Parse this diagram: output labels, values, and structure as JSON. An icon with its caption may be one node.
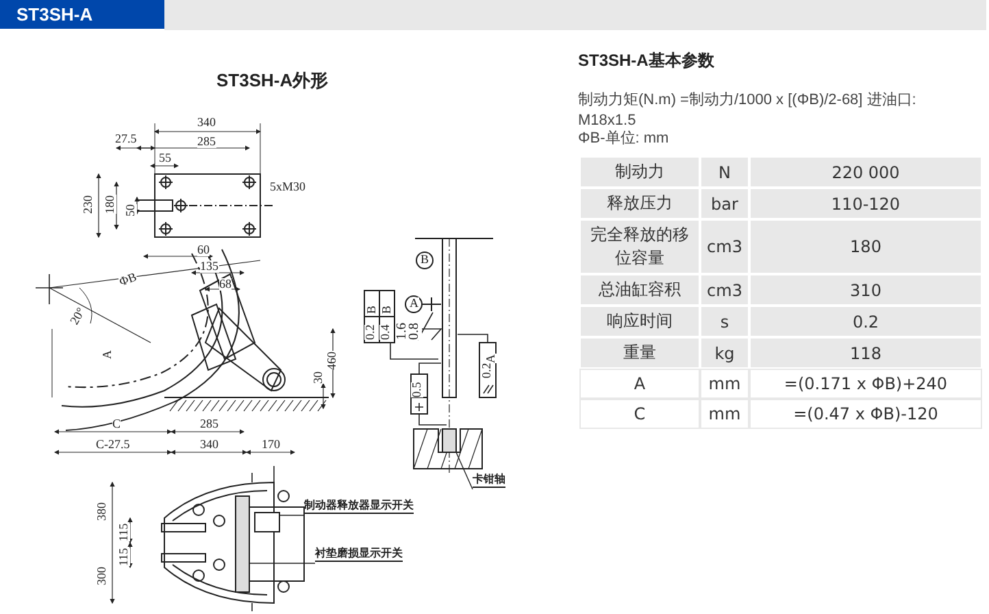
{
  "diagram": {
    "nodes": [
      {
        "text": [
          "制动器释放器显示开关"
        ]
      },
      {
        "text": [
          "衬垫磨损显示开关"
        ]
      },
      {
        "text": [
          "卡钳轴"
        ]
      },
      {
        "text": [],
        "shape": "box"
      },
      {
        "text": [],
        "shape": "bar"
      },
      {
        "text": [],
        "shape": "bar"
      }
    ],
    "edges": [
      {
        "from": 0,
        "to": 3,
        "arrow": "none"
      },
      {
        "from": 1,
        "to": 4,
        "arrow": "none"
      },
      {
        "from": 2,
        "to": 5,
        "arrow": "none"
      }
    ],
    "labels": [
      "ST3SH-A",
      "ST3SH-A外形",
      "340",
      "27.5",
      "285",
      "55",
      "5xM30",
      "230",
      "180",
      "50",
      "60",
      "ΦB",
      "135",
      "68",
      "20°",
      "A",
      "460",
      "30",
      "C",
      "285",
      "C-27.5",
      "340",
      "170",
      "380",
      "115",
      "115",
      "300",
      "B",
      "A",
      "0.2",
      "B",
      "0.4",
      "B",
      "1.6",
      "0.8",
      "0.5",
      "0.2",
      "A",
      "ST3SH-A基本参数",
      "制动力矩(N.m) =制动力/1000 x [(ΦB)/2-68] 进油口: M18x1.5",
      "ΦB-单位: mm",
      "制动力",
      "N",
      "220 000",
      "释放压力",
      "bar",
      "110-120",
      "完全释放的移位容量",
      "cm3",
      "180",
      "总油缸容积",
      "cm3",
      "310",
      "响应时间",
      "s",
      "0.2",
      "重量",
      "kg",
      "118",
      "A",
      "mm",
      "=(0.171 x ΦB)+240",
      "C",
      "mm",
      "=(0.47 x ΦB)-120"
    ]
  }
}
